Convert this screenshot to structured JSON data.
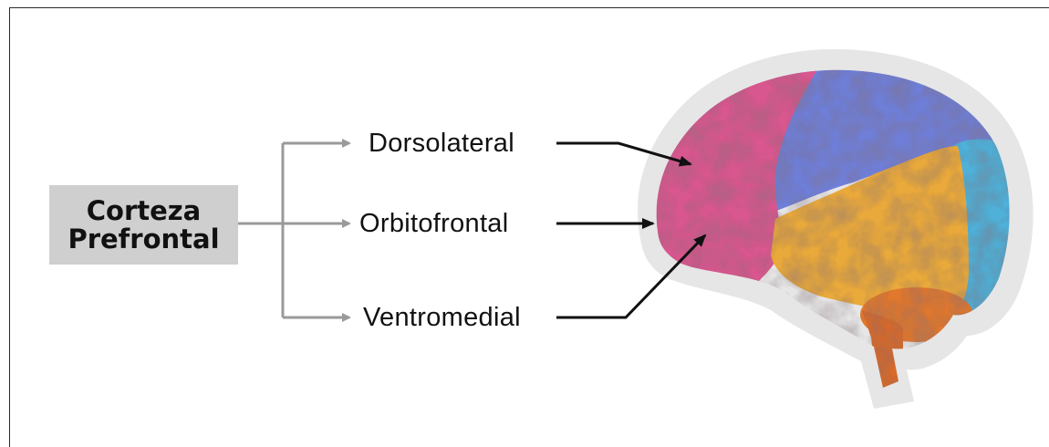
{
  "root": {
    "line1": "Corteza",
    "line2": "Prefrontal"
  },
  "branches": [
    {
      "label": "Dorsolateral"
    },
    {
      "label": "Orbitofrontal"
    },
    {
      "label": "Ventromedial"
    }
  ],
  "colors": {
    "root_box": "#cfcfcf",
    "branch_lines": "#9a9a9a",
    "pointer_lines": "#111111",
    "frontal_lobe": "#d9578f",
    "parietal_lobe": "#6f7fd8",
    "temporal_lobe": "#e9a93b",
    "occipital_lobe": "#4fb0d8",
    "cerebellum": "#e0782e"
  }
}
